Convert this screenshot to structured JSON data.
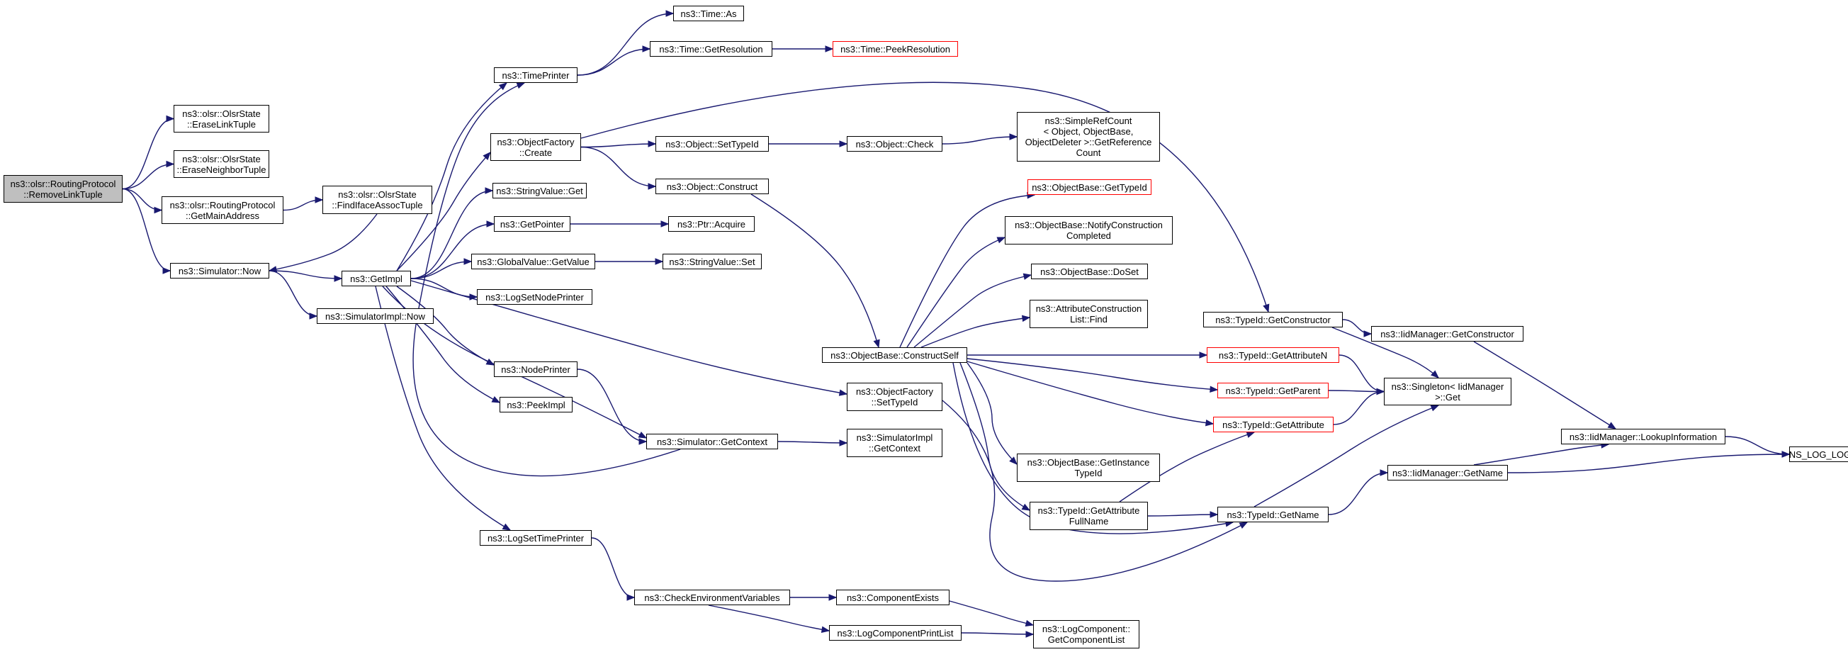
{
  "graph": {
    "edge_color": "#191970",
    "root_fill": "#bfbfbf",
    "truncated_border_color": "#ff0000",
    "nodes": [
      {
        "id": "root",
        "label": "ns3::olsr::RoutingProtocol\n::RemoveLinkTuple",
        "style": "root"
      },
      {
        "id": "erase_link",
        "label": "ns3::olsr::OlsrState\n::EraseLinkTuple",
        "style": "normal"
      },
      {
        "id": "erase_neighbor",
        "label": "ns3::olsr::OlsrState\n::EraseNeighborTuple",
        "style": "normal"
      },
      {
        "id": "get_main",
        "label": "ns3::olsr::RoutingProtocol\n::GetMainAddress",
        "style": "normal"
      },
      {
        "id": "find_iface",
        "label": "ns3::olsr::OlsrState\n::FindIfaceAssocTuple",
        "style": "normal"
      },
      {
        "id": "sim_now",
        "label": "ns3::Simulator::Now",
        "style": "normal"
      },
      {
        "id": "getimpl",
        "label": "ns3::GetImpl",
        "style": "normal"
      },
      {
        "id": "simimpl_now",
        "label": "ns3::SimulatorImpl::Now",
        "style": "normal"
      },
      {
        "id": "timeprinter",
        "label": "ns3::TimePrinter",
        "style": "normal"
      },
      {
        "id": "time_as",
        "label": "ns3::Time::As",
        "style": "normal"
      },
      {
        "id": "time_getres",
        "label": "ns3::Time::GetResolution",
        "style": "normal"
      },
      {
        "id": "time_peekres",
        "label": "ns3::Time::PeekResolution",
        "style": "red"
      },
      {
        "id": "objfactory_create",
        "label": "ns3::ObjectFactory\n::Create",
        "style": "normal"
      },
      {
        "id": "obj_settypeid",
        "label": "ns3::Object::SetTypeId",
        "style": "normal"
      },
      {
        "id": "obj_check",
        "label": "ns3::Object::Check",
        "style": "normal"
      },
      {
        "id": "simplerefcount",
        "label": "ns3::SimpleRefCount\n< Object, ObjectBase,\n ObjectDeleter >::GetReference\nCount",
        "style": "normal"
      },
      {
        "id": "obj_construct",
        "label": "ns3::Object::Construct",
        "style": "normal"
      },
      {
        "id": "stringvalue_get",
        "label": "ns3::StringValue::Get",
        "style": "normal"
      },
      {
        "id": "getpointer",
        "label": "ns3::GetPointer",
        "style": "normal"
      },
      {
        "id": "ptr_acquire",
        "label": "ns3::Ptr::Acquire",
        "style": "normal"
      },
      {
        "id": "globalvalue_get",
        "label": "ns3::GlobalValue::GetValue",
        "style": "normal"
      },
      {
        "id": "stringvalue_set",
        "label": "ns3::StringValue::Set",
        "style": "normal"
      },
      {
        "id": "logsetnodeprinter",
        "label": "ns3::LogSetNodePrinter",
        "style": "normal"
      },
      {
        "id": "nodeprinter",
        "label": "ns3::NodePrinter",
        "style": "normal"
      },
      {
        "id": "peekimpl",
        "label": "ns3::PeekImpl",
        "style": "normal"
      },
      {
        "id": "sim_getcontext",
        "label": "ns3::Simulator::GetContext",
        "style": "normal"
      },
      {
        "id": "simimpl_getcontext",
        "label": "ns3::SimulatorImpl\n::GetContext",
        "style": "normal"
      },
      {
        "id": "logsettimeprinter",
        "label": "ns3::LogSetTimePrinter",
        "style": "normal"
      },
      {
        "id": "checkenv",
        "label": "ns3::CheckEnvironmentVariables",
        "style": "normal"
      },
      {
        "id": "componentexists",
        "label": "ns3::ComponentExists",
        "style": "normal"
      },
      {
        "id": "logcomponentprintlist",
        "label": "ns3::LogComponentPrintList",
        "style": "normal"
      },
      {
        "id": "logcomponent_getlist",
        "label": "ns3::LogComponent::\nGetComponentList",
        "style": "normal"
      },
      {
        "id": "objbase_constructself",
        "label": "ns3::ObjectBase::ConstructSelf",
        "style": "normal"
      },
      {
        "id": "objfactory_settypeid",
        "label": "ns3::ObjectFactory\n::SetTypeId",
        "style": "normal"
      },
      {
        "id": "objbase_gettypeid",
        "label": "ns3::ObjectBase::GetTypeId",
        "style": "red"
      },
      {
        "id": "objbase_notify",
        "label": "ns3::ObjectBase::NotifyConstruction\nCompleted",
        "style": "normal"
      },
      {
        "id": "objbase_doset",
        "label": "ns3::ObjectBase::DoSet",
        "style": "normal"
      },
      {
        "id": "attrconstruction_find",
        "label": "ns3::AttributeConstruction\nList::Find",
        "style": "normal"
      },
      {
        "id": "objbase_getinstance",
        "label": "ns3::ObjectBase::GetInstance\nTypeId",
        "style": "normal"
      },
      {
        "id": "typeid_getattrfullname",
        "label": "ns3::TypeId::GetAttribute\nFullName",
        "style": "normal"
      },
      {
        "id": "typeid_getconstructor",
        "label": "ns3::TypeId::GetConstructor",
        "style": "normal"
      },
      {
        "id": "typeid_getattributen",
        "label": "ns3::TypeId::GetAttributeN",
        "style": "red"
      },
      {
        "id": "typeid_getparent",
        "label": "ns3::TypeId::GetParent",
        "style": "red"
      },
      {
        "id": "typeid_getattribute",
        "label": "ns3::TypeId::GetAttribute",
        "style": "red"
      },
      {
        "id": "typeid_getname",
        "label": "ns3::TypeId::GetName",
        "style": "normal"
      },
      {
        "id": "iidmanager_getconstructor",
        "label": "ns3::IidManager::GetConstructor",
        "style": "normal"
      },
      {
        "id": "singleton_get",
        "label": "ns3::Singleton< IidManager\n >::Get",
        "style": "normal"
      },
      {
        "id": "iidmanager_lookup",
        "label": "ns3::IidManager::LookupInformation",
        "style": "normal"
      },
      {
        "id": "iidmanager_getname",
        "label": "ns3::IidManager::GetName",
        "style": "normal"
      },
      {
        "id": "ns_log_logic",
        "label": "NS_LOG_LOGIC",
        "style": "normal"
      }
    ],
    "edges": [
      [
        "root",
        "erase_link"
      ],
      [
        "root",
        "erase_neighbor"
      ],
      [
        "root",
        "get_main"
      ],
      [
        "root",
        "sim_now"
      ],
      [
        "get_main",
        "find_iface"
      ],
      [
        "find_iface",
        "sim_now"
      ],
      [
        "sim_now",
        "getimpl"
      ],
      [
        "sim_now",
        "simimpl_now"
      ],
      [
        "getimpl",
        "timeprinter"
      ],
      [
        "getimpl",
        "objfactory_create"
      ],
      [
        "getimpl",
        "stringvalue_get"
      ],
      [
        "getimpl",
        "getpointer"
      ],
      [
        "getimpl",
        "globalvalue_get"
      ],
      [
        "getimpl",
        "logsetnodeprinter"
      ],
      [
        "getimpl",
        "nodeprinter"
      ],
      [
        "getimpl",
        "peekimpl"
      ],
      [
        "getimpl",
        "sim_getcontext"
      ],
      [
        "getimpl",
        "logsettimeprinter"
      ],
      [
        "getimpl",
        "objfactory_settypeid"
      ],
      [
        "timeprinter",
        "time_as"
      ],
      [
        "timeprinter",
        "time_getres"
      ],
      [
        "time_getres",
        "time_peekres"
      ],
      [
        "objfactory_create",
        "obj_settypeid"
      ],
      [
        "objfactory_create",
        "obj_construct"
      ],
      [
        "objfactory_create",
        "typeid_getconstructor"
      ],
      [
        "obj_settypeid",
        "obj_check"
      ],
      [
        "obj_check",
        "simplerefcount"
      ],
      [
        "obj_construct",
        "objbase_constructself"
      ],
      [
        "getpointer",
        "ptr_acquire"
      ],
      [
        "globalvalue_get",
        "stringvalue_set"
      ],
      [
        "nodeprinter",
        "sim_getcontext"
      ],
      [
        "sim_getcontext",
        "simimpl_getcontext"
      ],
      [
        "sim_getcontext",
        "timeprinter"
      ],
      [
        "logsettimeprinter",
        "checkenv"
      ],
      [
        "checkenv",
        "componentexists"
      ],
      [
        "checkenv",
        "logcomponentprintlist"
      ],
      [
        "componentexists",
        "logcomponent_getlist"
      ],
      [
        "logcomponentprintlist",
        "logcomponent_getlist"
      ],
      [
        "objfactory_settypeid",
        "typeid_getname"
      ],
      [
        "objbase_constructself",
        "objbase_gettypeid"
      ],
      [
        "objbase_constructself",
        "objbase_notify"
      ],
      [
        "objbase_constructself",
        "objbase_doset"
      ],
      [
        "objbase_constructself",
        "attrconstruction_find"
      ],
      [
        "objbase_constructself",
        "objbase_getinstance"
      ],
      [
        "objbase_constructself",
        "typeid_getattrfullname"
      ],
      [
        "objbase_constructself",
        "typeid_getattributen"
      ],
      [
        "objbase_constructself",
        "typeid_getparent"
      ],
      [
        "objbase_constructself",
        "typeid_getattribute"
      ],
      [
        "objbase_constructself",
        "typeid_getname"
      ],
      [
        "typeid_getattrfullname",
        "typeid_getattribute"
      ],
      [
        "typeid_getattrfullname",
        "typeid_getname"
      ],
      [
        "typeid_getconstructor",
        "iidmanager_getconstructor"
      ],
      [
        "typeid_getconstructor",
        "singleton_get"
      ],
      [
        "typeid_getattributen",
        "singleton_get"
      ],
      [
        "typeid_getparent",
        "singleton_get"
      ],
      [
        "typeid_getattribute",
        "singleton_get"
      ],
      [
        "typeid_getname",
        "singleton_get"
      ],
      [
        "typeid_getname",
        "iidmanager_getname"
      ],
      [
        "iidmanager_getconstructor",
        "iidmanager_lookup"
      ],
      [
        "iidmanager_getname",
        "iidmanager_lookup"
      ],
      [
        "iidmanager_getname",
        "ns_log_logic"
      ],
      [
        "iidmanager_lookup",
        "ns_log_logic"
      ]
    ]
  }
}
